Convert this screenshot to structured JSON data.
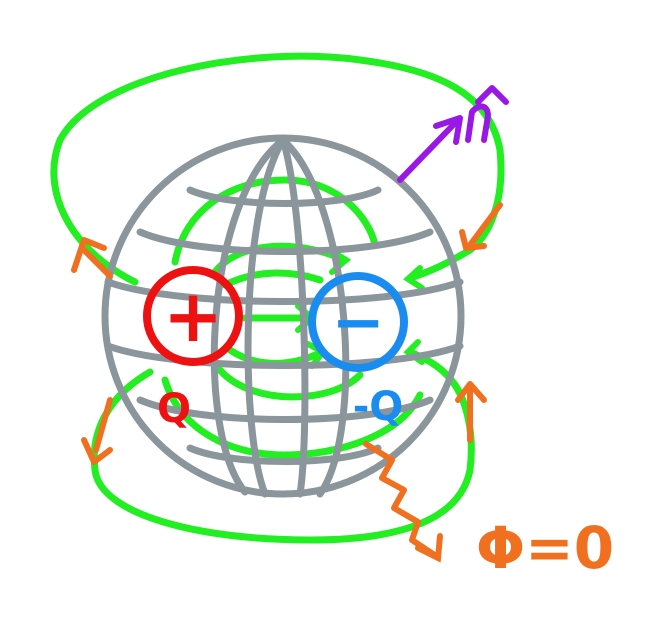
{
  "labels": {
    "positive_sign": "+",
    "negative_sign": "−",
    "positive_charge": "Q",
    "negative_charge": "-Q",
    "flux_expression": "Φ=0"
  },
  "colors": {
    "sphere": "#8b969c",
    "field_lines": "#22ee22",
    "positive": "#ee1111",
    "negative": "#1a8cf0",
    "arrow_heads": "#f07020",
    "normal_vector": "#9a18e6",
    "flux": "#f07020"
  },
  "icons": {
    "gaussian_surface": "wireframe-sphere-icon",
    "normal": "n-hat-arrow-icon"
  }
}
